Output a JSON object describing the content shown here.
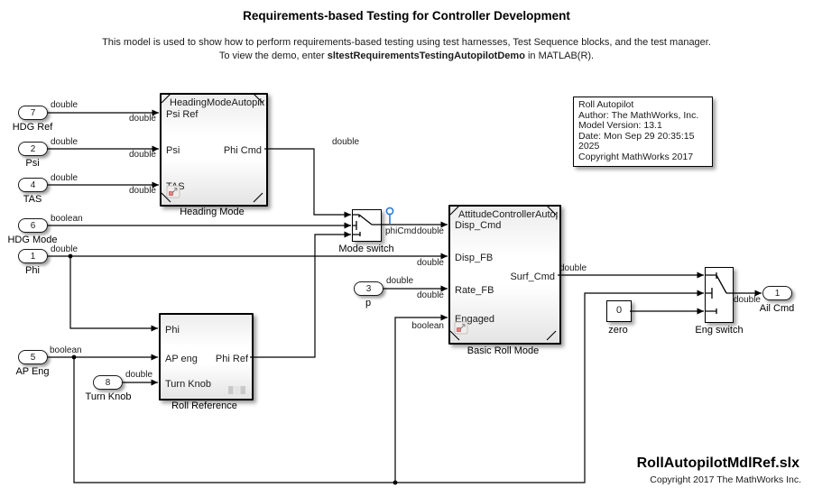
{
  "header": {
    "title": "Requirements-based Testing for Controller Development",
    "desc_line1": "This model is used to show how to perform requirements-based testing using test harnesses, Test Sequence blocks, and the test manager.",
    "desc_line2_prefix": "To view the demo, enter ",
    "desc_line2_command": "sltestRequirementsTestingAutopilotDemo",
    "desc_line2_suffix": " in MATLAB(R)."
  },
  "annotation": {
    "lines": [
      "Roll Autopilot",
      "Author: The MathWorks, Inc.",
      "Model Version: 13.1",
      "Date: Mon Sep 29 20:35:15 2025",
      "Copyright MathWorks 2017"
    ]
  },
  "blocks": {
    "heading_mode": {
      "model_name": "HeadingModeAutopilotM",
      "in1": "Psi Ref",
      "in2": "Psi",
      "in3": "TAS",
      "out1": "Phi Cmd",
      "label": "Heading Mode"
    },
    "basic_roll_mode": {
      "model_name": "AttitudeControllerAutopilot",
      "in1": "Disp_Cmd",
      "in2": "Disp_FB",
      "in3": "Rate_FB",
      "in4": "Engaged",
      "out1": "Surf_Cmd",
      "label": "Basic Roll Mode"
    },
    "roll_reference": {
      "in1": "Phi",
      "in2": "AP eng",
      "in3": "Turn Knob",
      "out1": "Phi Ref",
      "label": "Roll Reference"
    },
    "mode_switch": {
      "label": "Mode switch"
    },
    "eng_switch": {
      "label": "Eng switch"
    },
    "zero": {
      "value": "0",
      "label": "zero"
    }
  },
  "inports": {
    "hdg_ref": {
      "num": "7",
      "label": "HDG Ref"
    },
    "psi": {
      "num": "2",
      "label": "Psi"
    },
    "tas": {
      "num": "4",
      "label": "TAS"
    },
    "hdg_mode": {
      "num": "6",
      "label": "HDG Mode"
    },
    "phi": {
      "num": "1",
      "label": "Phi"
    },
    "ap_eng": {
      "num": "5",
      "label": "AP Eng"
    },
    "turn_knob": {
      "num": "8",
      "label": "Turn Knob"
    },
    "p": {
      "num": "3",
      "label": "p"
    }
  },
  "outports": {
    "ail_cmd": {
      "num": "1",
      "label": "Ail Cmd"
    }
  },
  "signal_labels": {
    "hdg_ref_src": "double",
    "hdg_ref_dst": "double",
    "psi_src": "double",
    "psi_dst": "double",
    "tas_src": "double",
    "tas_dst": "double",
    "hdg_mode_src": "boolean",
    "phi_src": "double",
    "phi_cmd_src": "double",
    "phicmd_name": "phiCmd",
    "disp_cmd_dst": "double",
    "disp_fb_dst": "double",
    "p_src": "double",
    "rate_fb_dst": "double",
    "engaged_dst": "boolean",
    "ap_eng_src": "boolean",
    "turn_knob_src": "double",
    "surf_cmd_src": "double",
    "ail_cmd_dst": "double"
  },
  "footer": {
    "filename": "RollAutopilotMdlRef.slx",
    "copyright": "Copyright 2017 The MathWorks Inc."
  },
  "colors": {
    "testpoint_blue": "#2b7cd3",
    "wire": "#000000"
  }
}
